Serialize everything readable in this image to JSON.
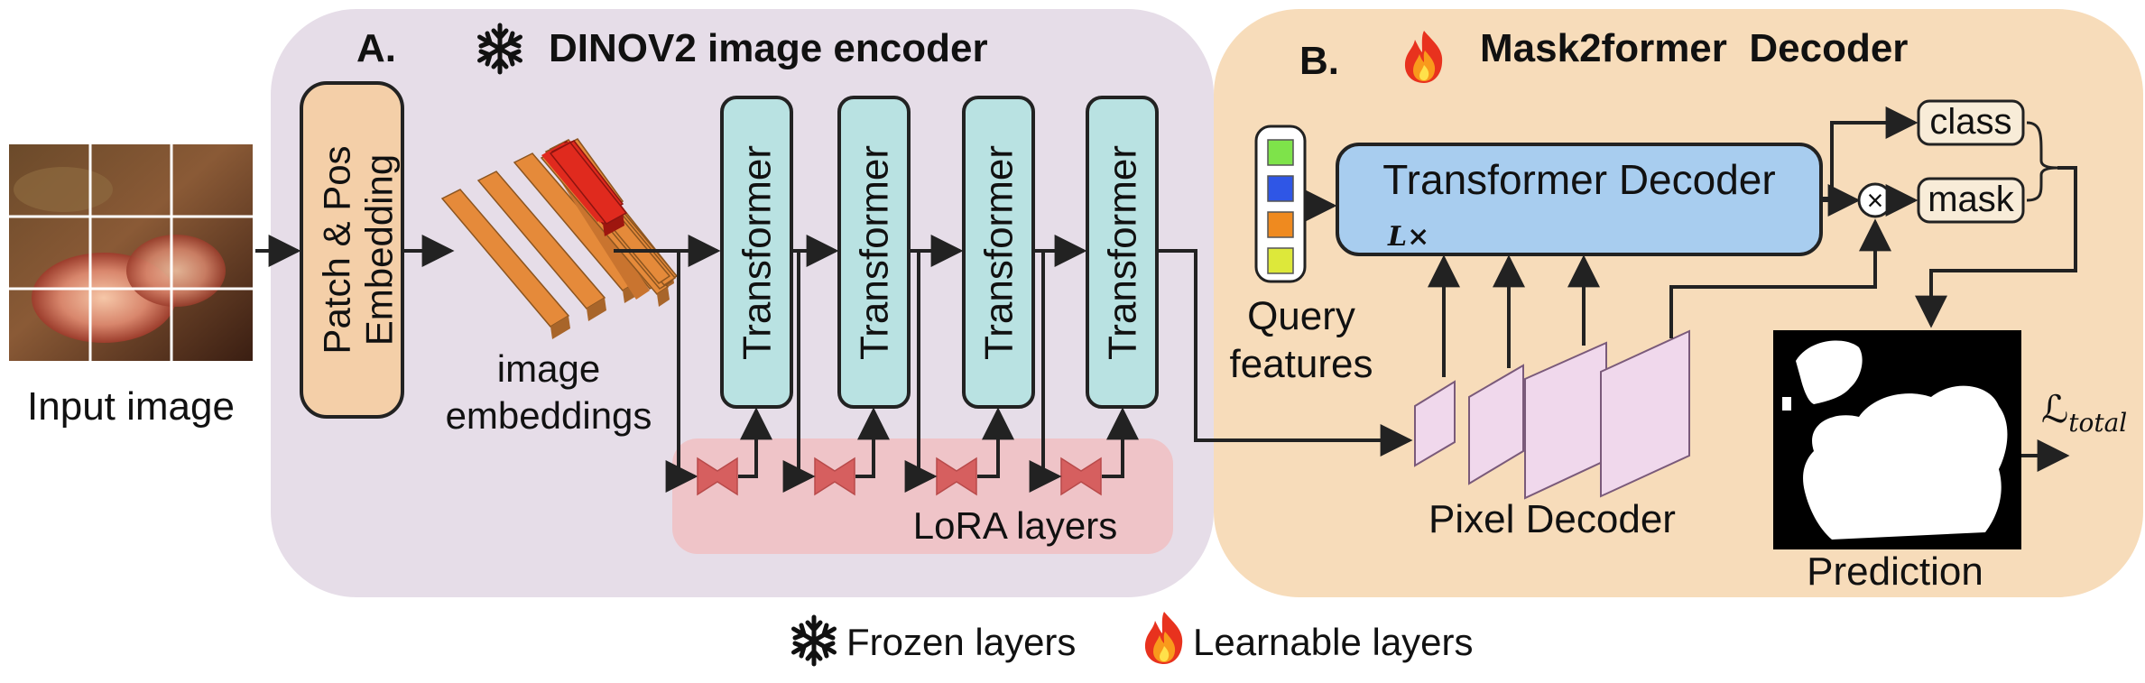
{
  "input": {
    "label": "Input image"
  },
  "encoder": {
    "letter": "A.",
    "title": "DINOV2 image encoder",
    "patch_embedding_line1": "Patch & Pos",
    "patch_embedding_line2": "Embedding",
    "image_embeddings_line1": "image",
    "image_embeddings_line2": "embeddings",
    "transformer_label": "Transformer",
    "lora_label": "LoRA layers"
  },
  "decoder": {
    "letter": "B.",
    "title": "Mask2former  Decoder",
    "transformer_decoder_label": "Transformer Decoder",
    "repeat_label": "L×",
    "query_line1": "Query",
    "query_line2": "features",
    "pixel_decoder_label": "Pixel Decoder",
    "class_label": "class",
    "mask_label": "mask",
    "prediction_label": "Prediction",
    "loss_label": "ℒ",
    "loss_subscript": "total",
    "multiply_symbol": "×"
  },
  "legend": {
    "frozen_label": "Frozen layers",
    "learnable_label": "Learnable layers"
  },
  "icons": {
    "frozen": "snowflake-icon",
    "learnable": "flame-icon"
  },
  "colors": {
    "encoder_bg": "#e6dde8",
    "decoder_bg": "#f7dcba",
    "lora_bg": "#efc4c8",
    "transformer_fill": "#b9e2e2",
    "patch_fill": "#f4cfa8",
    "decoder_box": "#a8cdef",
    "pixel_plane": "#f0d8ec",
    "lora_shape": "#d65f5f",
    "query_colors": [
      "#7ee34a",
      "#2f56e6",
      "#ef8a1f",
      "#dde83a"
    ]
  }
}
